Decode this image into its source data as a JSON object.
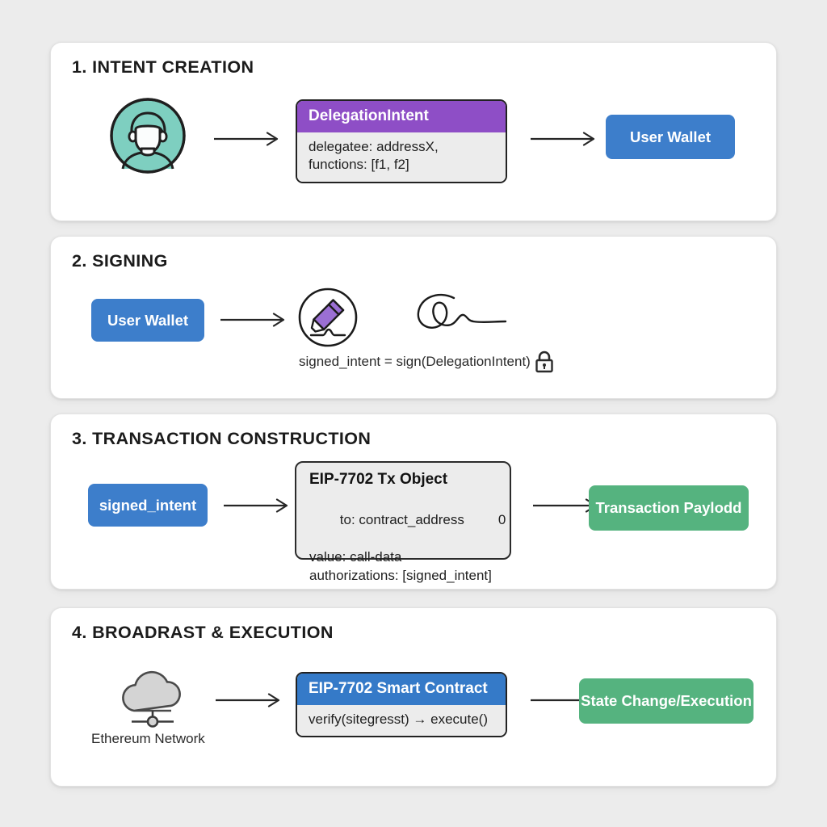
{
  "theme": {
    "background": "#ececec",
    "card_background": "#ffffff",
    "accent_blue": "#3d7ecb",
    "accent_green": "#55b37f",
    "accent_purple": "#8e4ec6",
    "header_blue": "#357ac8",
    "avatar_teal": "#7ecfc0",
    "text_dark": "#1b1b1b"
  },
  "sections": [
    {
      "id": "intent-creation",
      "title": "1. INTENT CREATION",
      "avatar_icon": "user-avatar-icon",
      "arrow1": "arrow-right-icon",
      "record": {
        "header": "DelegationIntent",
        "line1": "delegatee: addressX,",
        "line2": "functions: [f1, f2]"
      },
      "arrow2": "arrow-right-icon",
      "pill": "User Wallet"
    },
    {
      "id": "signing",
      "title": "2. SIGNING",
      "pill": "User Wallet",
      "arrow1": "arrow-right-icon",
      "pen_icon": "pen-signature-icon",
      "signature_icon": "handwritten-signature-icon",
      "caption": "signed_intent = sign(DelegationIntent)",
      "lock_icon": "lock-icon"
    },
    {
      "id": "transaction-construction",
      "title": "3. TRANSACTION CONSTRUCTION",
      "pill": "signed_intent",
      "arrow1": "arrow-right-icon",
      "tx_object": {
        "title": "EIP-7702 Tx Object",
        "line1": "to: contract_address",
        "line1_extra": "0",
        "line2": "value: call-data",
        "line3": "authorizations: [signed_intent]"
      },
      "arrow2": "arrow-right-icon",
      "result_pill": "Transaction Paylodd"
    },
    {
      "id": "broadcast-execution",
      "title": "4. BROADRAST & EXECUTION",
      "cloud_icon": "cloud-network-icon",
      "cloud_caption": "Ethereum Network",
      "arrow1": "arrow-right-icon",
      "contract": {
        "header": "EIP-7702 Smart Contract",
        "body": "verify(sitegresst) → execute()"
      },
      "arrow2": "arrow-right-icon",
      "result_pill": "State Change/Execution"
    }
  ]
}
